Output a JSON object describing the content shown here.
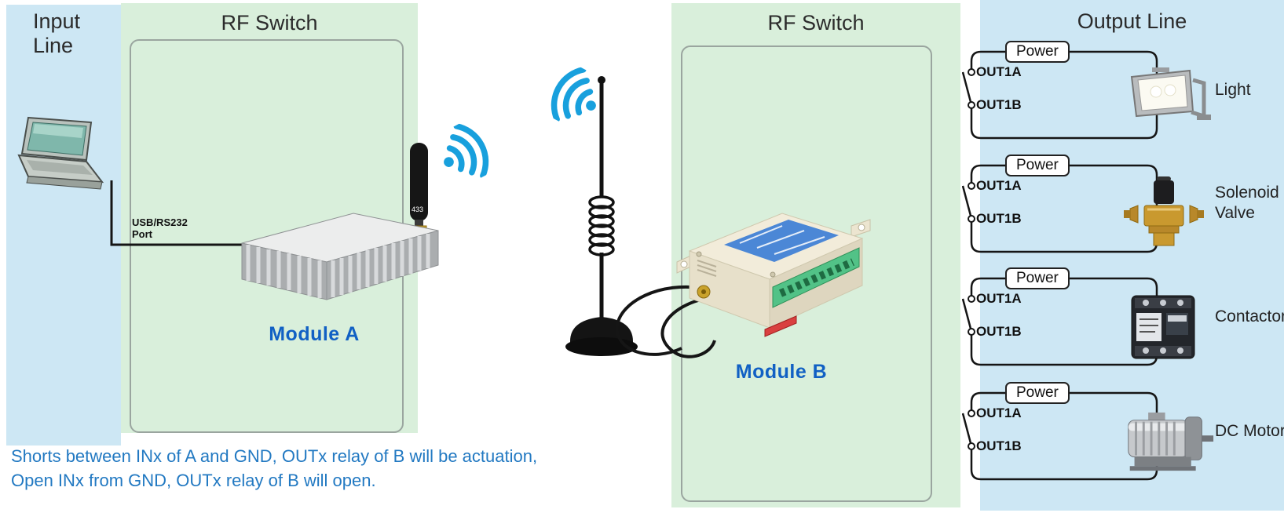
{
  "panels": {
    "input_line": {
      "title_line1": "Input",
      "title_line2": "Line"
    },
    "rf_switch_a": {
      "title": "RF Switch",
      "module_label": "Module A"
    },
    "rf_switch_b": {
      "title": "RF Switch",
      "module_label": "Module B"
    },
    "output_line": {
      "title": "Output Line"
    }
  },
  "labels": {
    "usb_port": "USB/RS232\nPort",
    "antenna_marking": "433"
  },
  "outputs": [
    {
      "power": "Power",
      "out_a": "OUT1A",
      "out_b": "OUT1B",
      "device": "Light"
    },
    {
      "power": "Power",
      "out_a": "OUT1A",
      "out_b": "OUT1B",
      "device": "Solenoid Valve"
    },
    {
      "power": "Power",
      "out_a": "OUT1A",
      "out_b": "OUT1B",
      "device": "Contactor"
    },
    {
      "power": "Power",
      "out_a": "OUT1A",
      "out_b": "OUT1B",
      "device": "DC Motor"
    }
  ],
  "note": {
    "line1": "Shorts between INx of A and GND, OUTx relay of B will be actuation,",
    "line2": "Open INx from GND, OUTx relay of B will open."
  },
  "colors": {
    "input_panel": "#cde7f4",
    "rf_panel": "#d9efdb",
    "output_panel": "#cde7f4",
    "module_label_blue": "#1160c4",
    "note_blue": "#2279c2",
    "wifi_blue": "#18a0dd",
    "wire_black": "#151515"
  }
}
